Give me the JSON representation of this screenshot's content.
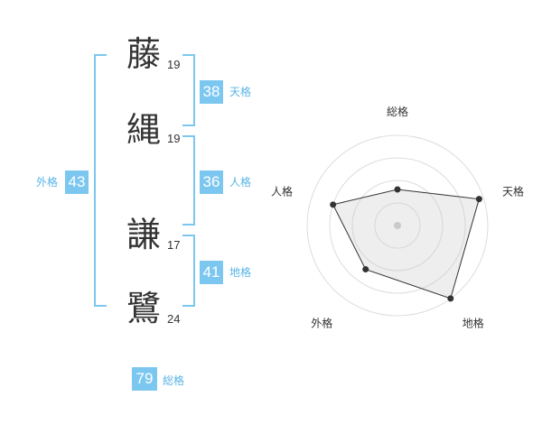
{
  "name_chars": [
    {
      "char": "藤",
      "strokes": "19"
    },
    {
      "char": "縄",
      "strokes": "19"
    },
    {
      "char": "謙",
      "strokes": "17"
    },
    {
      "char": "鷺",
      "strokes": "24"
    }
  ],
  "fortunes": {
    "tenkaku": {
      "value": "38",
      "label": "天格"
    },
    "jinkaku": {
      "value": "36",
      "label": "人格"
    },
    "chikaku": {
      "value": "41",
      "label": "地格"
    },
    "gaikaku": {
      "value": "43",
      "label": "外格"
    },
    "soukaku": {
      "value": "79",
      "label": "総格"
    }
  },
  "colors": {
    "accent": "#7cc7f0",
    "text": "#333333"
  },
  "radar_chart": {
    "axes": [
      "総格",
      "天格",
      "地格",
      "外格",
      "人格"
    ],
    "levels": 4,
    "scores": [
      0.4,
      0.95,
      1.0,
      0.6,
      0.75
    ]
  }
}
